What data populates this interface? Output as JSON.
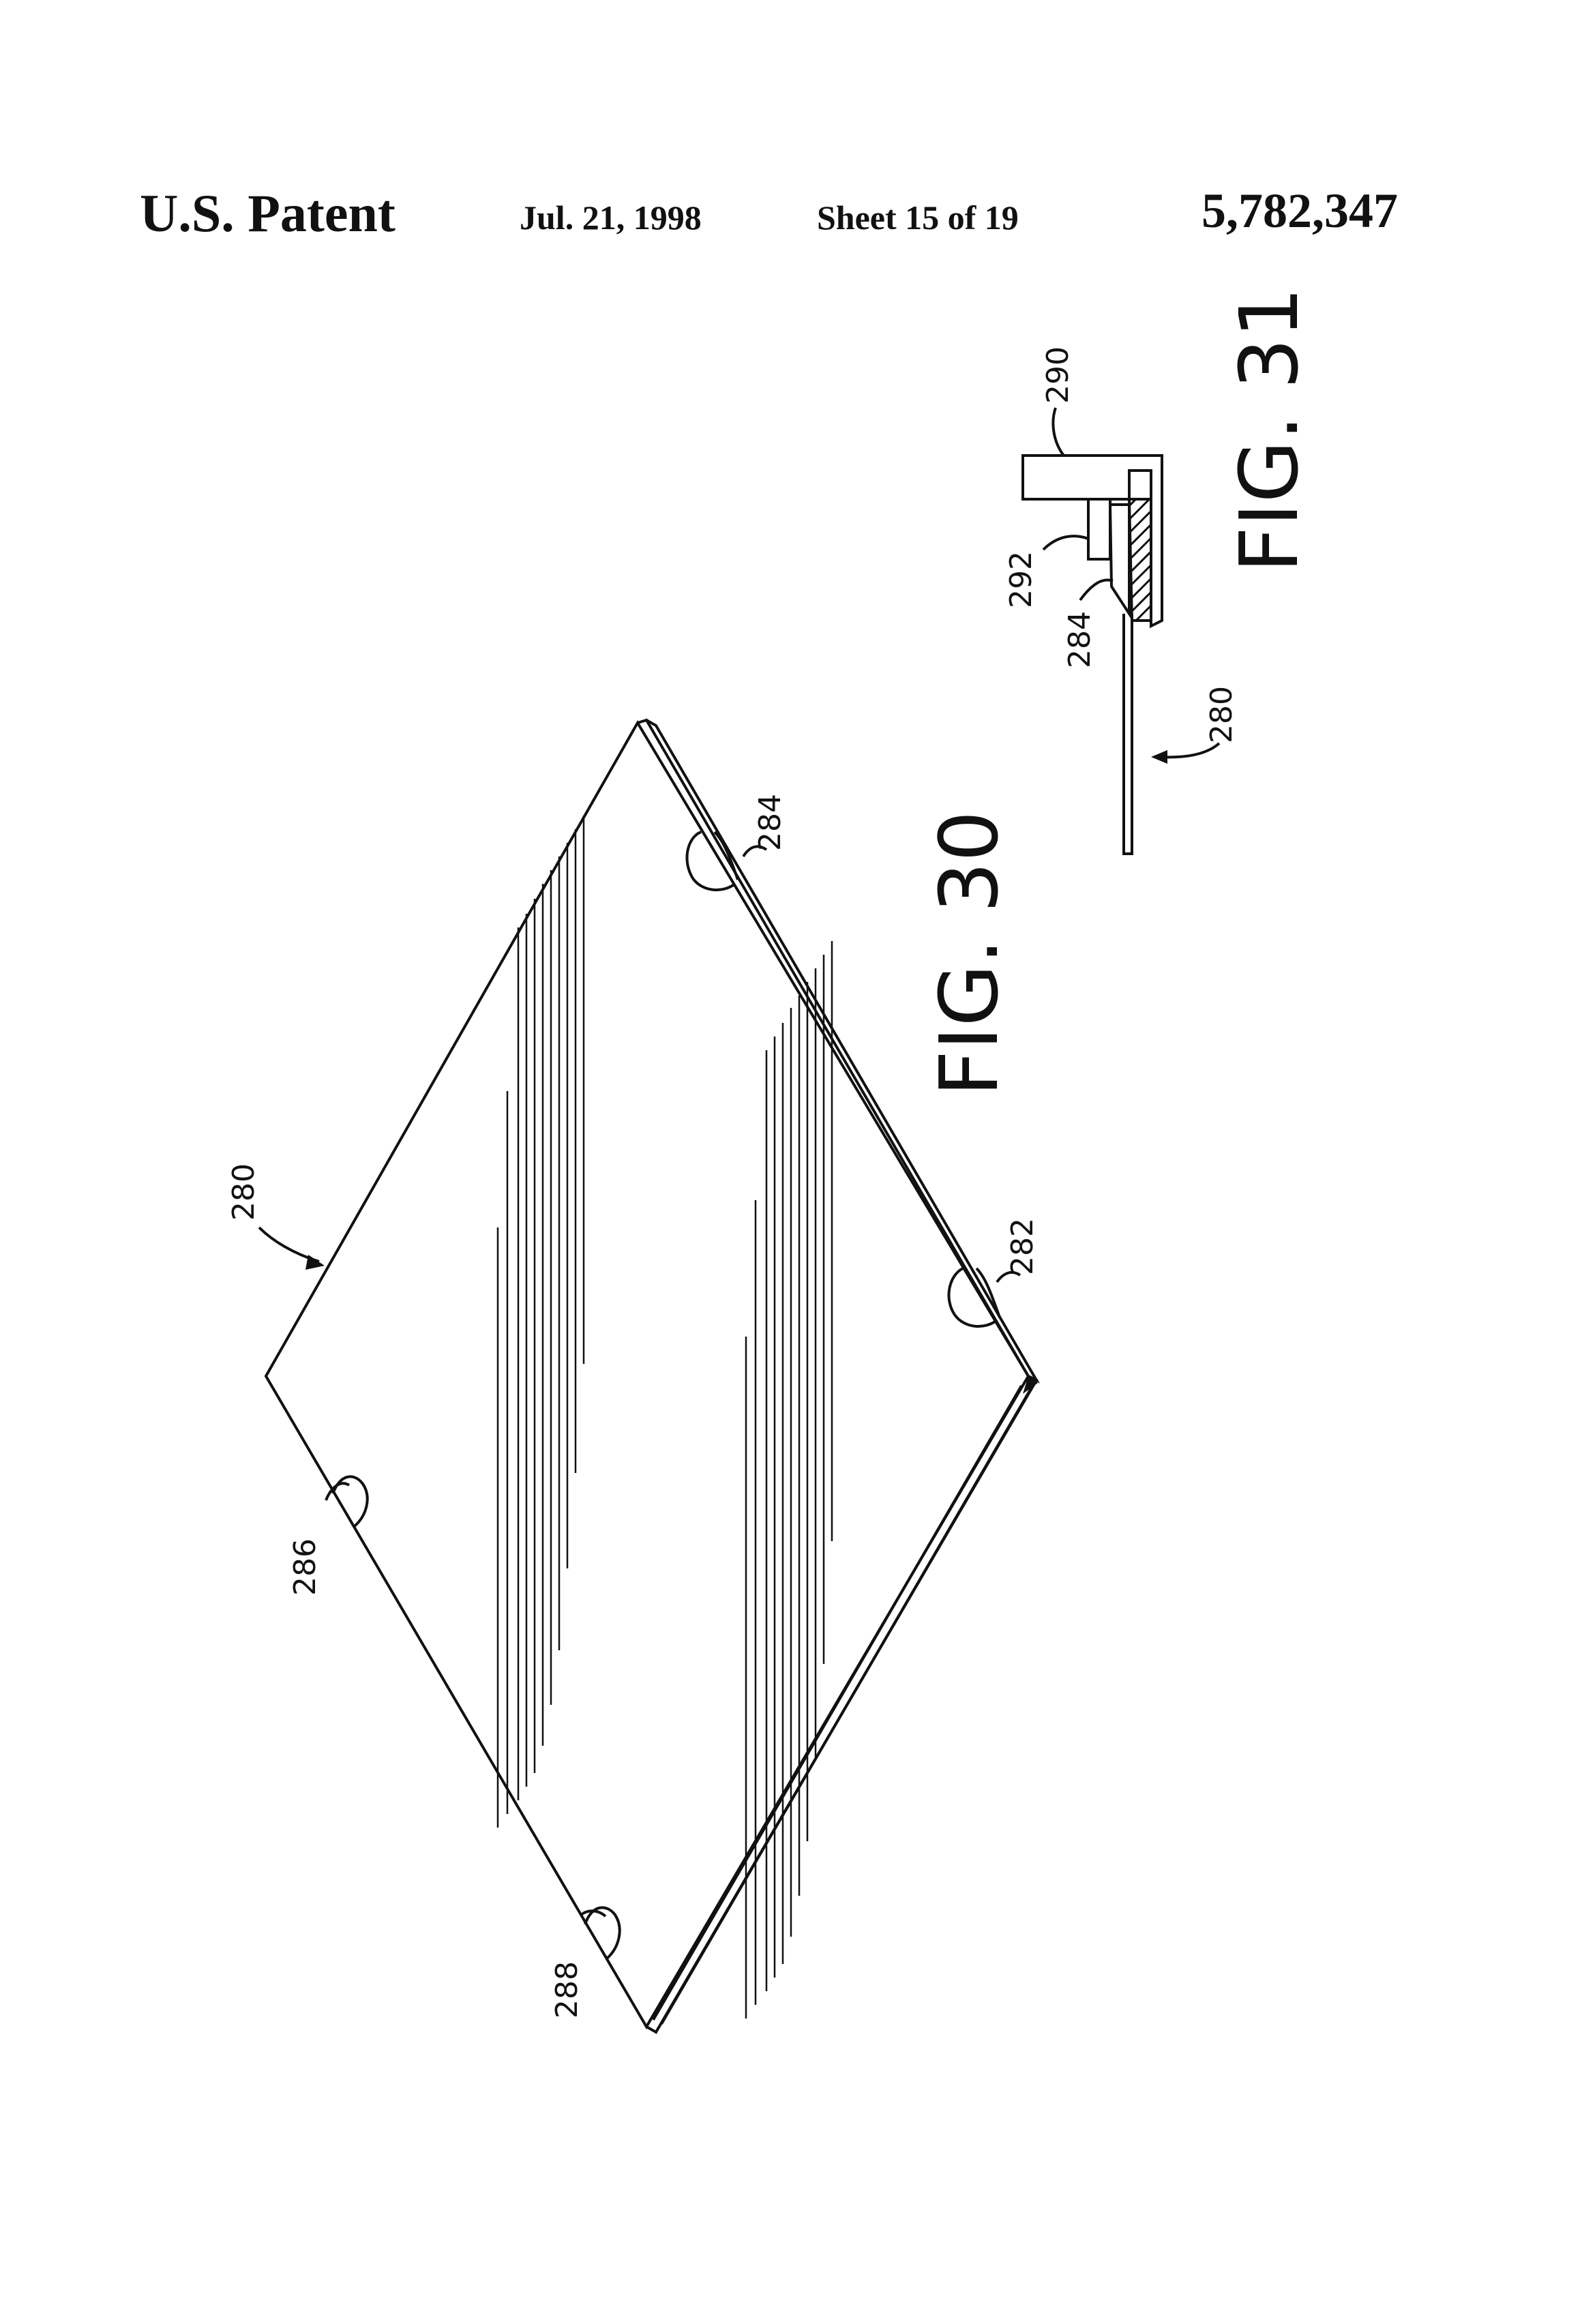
{
  "header": {
    "patent": "U.S. Patent",
    "date": "Jul. 21, 1998",
    "sheet": "Sheet 15 of 19",
    "number": "5,782,347"
  },
  "figures": {
    "fig30": {
      "label": "FIG. 30",
      "refs": {
        "panel": "280",
        "notch_282": "282",
        "notch_284": "284",
        "notch_286": "286",
        "notch_288": "288"
      }
    },
    "fig31": {
      "label": "FIG. 31",
      "refs": {
        "panel": "280",
        "notch": "284",
        "frame": "290",
        "lip": "292"
      }
    }
  }
}
